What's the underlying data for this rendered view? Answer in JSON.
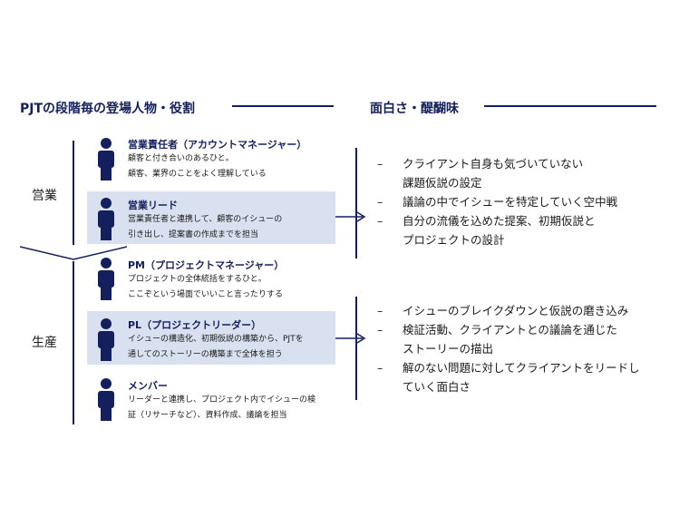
{
  "left_heading": "PJTの段階毎の登場人物・役割",
  "right_heading": "面白さ・醍醐味",
  "phases": {
    "sales": "営業",
    "production": "生産"
  },
  "roles": [
    {
      "title": "営業責任者（アカウントマネージャー）",
      "lines": [
        "顧客と付き合いのあるひと。",
        "顧客、業界のことをよく理解している"
      ]
    },
    {
      "title": "営業リード",
      "lines": [
        "営業責任者と連携して、顧客のイシューの",
        "引き出し、提案書の作成までを担当"
      ]
    },
    {
      "title": "PM（プロジェクトマネージャー）",
      "lines": [
        "プロジェクトの全体統括をするひと。",
        "ここぞという場面でいいこと言ったりする"
      ]
    },
    {
      "title": "PL（プロジェクトリーダー）",
      "lines": [
        "イシューの構造化、初期仮説の構築から、PJTを",
        "通してのストーリーの構築まで全体を担う"
      ]
    },
    {
      "title": "メンバー",
      "lines": [
        "リーダーと連携し、プロジェクト内でイシューの検",
        "証（リサーチなど）、資料作成、議論を担当"
      ]
    }
  ],
  "sales_points": [
    {
      "dash": "–",
      "lines": [
        "クライアント自身も気づいていない",
        "課題仮説の設定"
      ]
    },
    {
      "dash": "–",
      "lines": [
        "議論の中でイシューを特定していく空中戦"
      ]
    },
    {
      "dash": "–",
      "lines": [
        "自分の流儀を込めた提案、初期仮説と",
        "プロジェクトの設計"
      ]
    }
  ],
  "production_points": [
    {
      "dash": "–",
      "lines": [
        "イシューのブレイクダウンと仮説の磨き込み"
      ]
    },
    {
      "dash": "–",
      "lines": [
        "検証活動、クライアントとの議論を通じた",
        "ストーリーの描出"
      ]
    },
    {
      "dash": "–",
      "lines": [
        "解のない問題に対してクライアントをリードし",
        "ていく面白さ"
      ]
    }
  ],
  "colors": {
    "navy": "#14205e",
    "highlight": "#d9e1f0"
  },
  "icons": {
    "person": "person-icon",
    "arrow": "arrow-right-icon",
    "chevron": "chevron-down-icon"
  }
}
